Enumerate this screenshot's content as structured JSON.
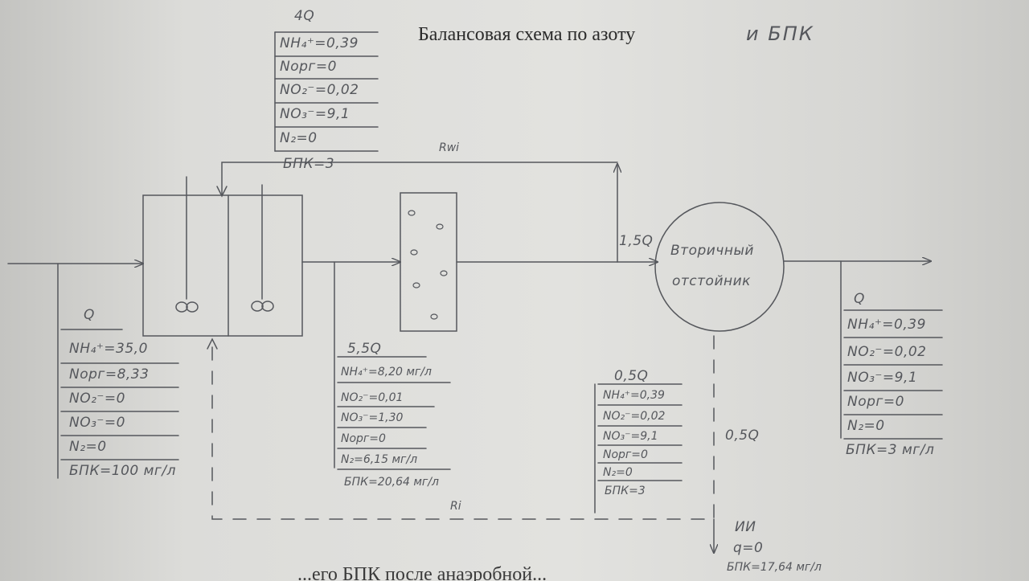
{
  "title_printed": "Балансовая схема по азоту",
  "title_handwritten": "и БПК",
  "recycle": {
    "label": "4Q",
    "rows": [
      "NH₄⁺=0,39",
      "Nорг=0",
      "NO₂⁻=0,02",
      "NO₃⁻=9,1",
      "N₂=0"
    ],
    "bpk": "БПК=3"
  },
  "influent": {
    "label": "Q",
    "rows": [
      "NH₄⁺=35,0",
      "Nорг=8,33",
      "NO₂⁻=0",
      "NO₃⁻=0",
      "N₂=0"
    ],
    "bpk": "БПК=100 мг/л"
  },
  "mid_stream": {
    "label": "5,5Q",
    "rows": [
      "NH₄⁺=8,20 мг/л",
      "NO₂⁻=0,01",
      "NO₃⁻=1,30",
      "Nорг=0",
      "N₂=6,15 мг/л"
    ],
    "bpk": "БПК=20,64 мг/л"
  },
  "return_sludge": {
    "label": "0,5Q",
    "rows": [
      "NH₄⁺=0,39",
      "NO₂⁻=0,02",
      "NO₃⁻=9,1",
      "Nорг=0",
      "N₂=0"
    ],
    "bpk": "БПК=3"
  },
  "effluent": {
    "label": "Q",
    "rows": [
      "NH₄⁺=0,39",
      "NO₂⁻=0,02",
      "NO₃⁻=9,1",
      "Nорг=0",
      "N₂=0"
    ],
    "bpk": "БПК=3 мг/л"
  },
  "labels": {
    "rw": "Rwi",
    "ri": "Ri",
    "flow_1_5q": "1,5Q",
    "flow_0_5q": "0,5Q",
    "settler_line1": "Вторичный",
    "settler_line2": "отстойник",
    "sludge_name": "ИИ",
    "sludge_q": "q=0",
    "sludge_bpk": "БПК=17,64 мг/л",
    "bottom_cut": "...его БПК после анаэробной..."
  },
  "colors": {
    "pencil": "#55575c",
    "print": "#2a2a2a",
    "paper": "#dcdcd9"
  }
}
